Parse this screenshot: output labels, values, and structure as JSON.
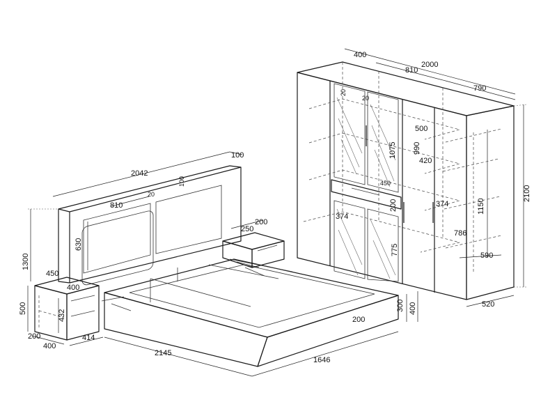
{
  "dimensions": {
    "wardrobe": {
      "total_width": "2000",
      "section_left": "400",
      "section_mid": "810",
      "section_right": "790",
      "height": "2100",
      "depth": "520",
      "shelf_depth_top": "500",
      "shelf_depth_mid": "420",
      "shelf_depth_low": "590",
      "upper_door_height": "1075",
      "mid_height": "990",
      "lower_height": "1150",
      "lower_inner": "786",
      "door_lower": "775",
      "drawer_h": "200",
      "leg_a": "374",
      "leg_b": "374",
      "gap_a": "20",
      "gap_b": "20",
      "drawer_w": "450"
    },
    "bed": {
      "headboard_width": "2042",
      "headboard_depth": "100",
      "panel_width": "810",
      "panel_height": "630",
      "panel_gap": "20",
      "panel_gap_b": "100",
      "headboard_height": "1300",
      "bed_length": "2145",
      "bed_width": "1646",
      "frame_height": "300",
      "frame_height_total": "400",
      "rail": "200"
    },
    "nightstand": {
      "width": "450",
      "depth": "400",
      "height": "500",
      "drawer_height": "432",
      "base_w": "200",
      "base_d": "400",
      "foot": "414",
      "right_w": "250",
      "right_d": "200"
    }
  }
}
